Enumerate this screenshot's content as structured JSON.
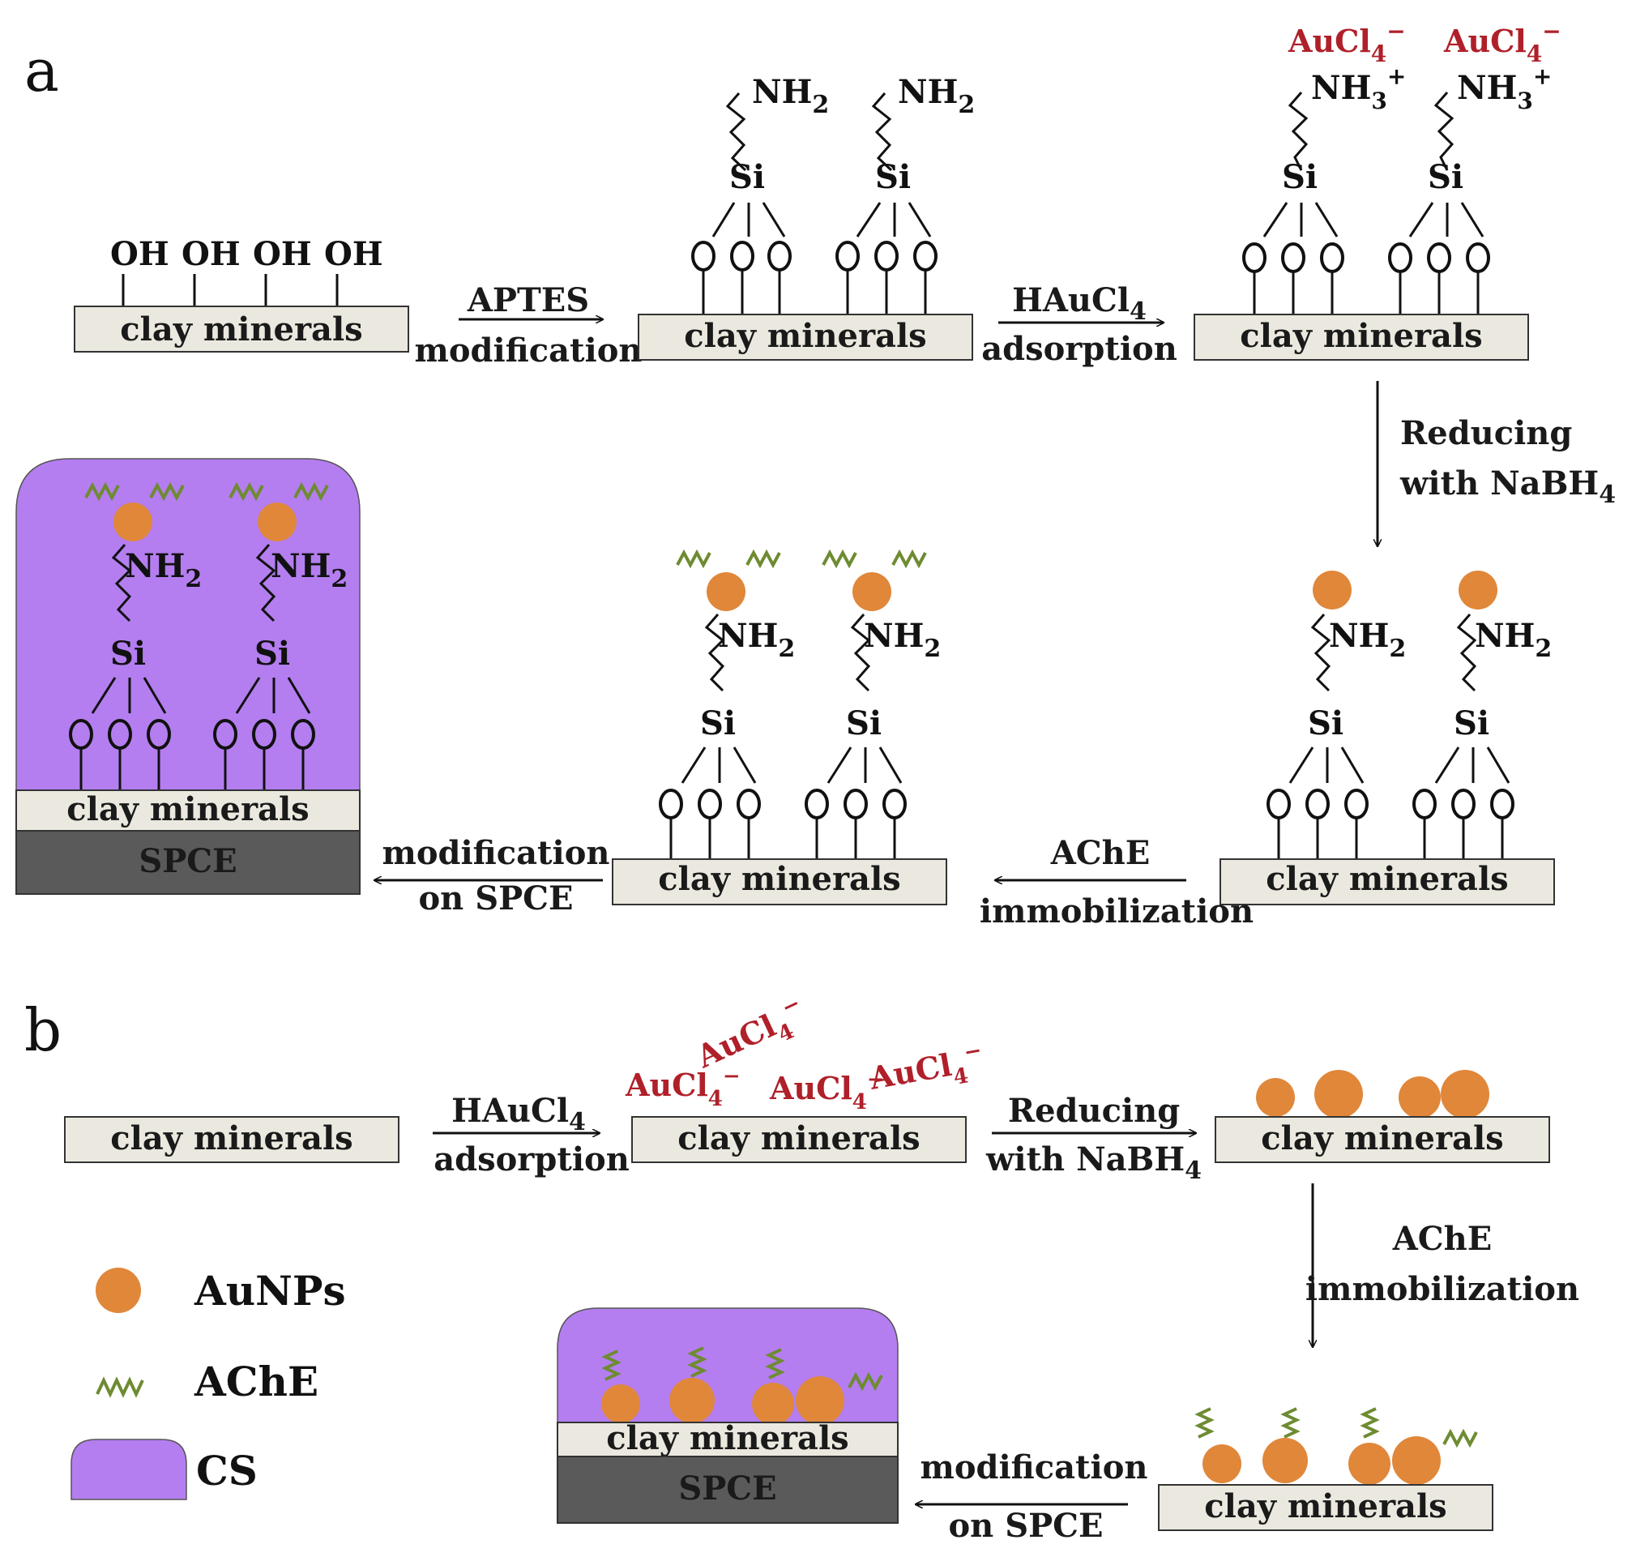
{
  "panels": {
    "a": "a",
    "b": "b"
  },
  "labels": {
    "clay": "clay minerals",
    "spce": "SPCE",
    "oh": "OH",
    "o": "O",
    "si": "Si",
    "nh2_main": "NH",
    "nh2_sub": "2",
    "nh3_main": "NH",
    "nh3_sub": "3",
    "nh3_sup": "+",
    "aucl4_main": "AuCl",
    "aucl4_sub": "4",
    "aucl4_sup": "−"
  },
  "steps": {
    "aptes": [
      "APTES",
      "modification"
    ],
    "hauclA": {
      "main": "HAuCl",
      "sub": "4",
      "line2": "adsorption"
    },
    "reduceA": {
      "line1": "Reducing",
      "main": "with NaBH",
      "sub": "4"
    },
    "acheA": [
      "AChE",
      "immobilization"
    ],
    "spceA": [
      "modification",
      "on SPCE"
    ],
    "hauclB": {
      "main": "HAuCl",
      "sub": "4",
      "line2": "adsorption"
    },
    "reduceB": {
      "line1": "Reducing",
      "main": "with NaBH",
      "sub": "4"
    },
    "acheB": [
      "AChE",
      "immobilization"
    ],
    "spceB": [
      "modification",
      "on SPCE"
    ]
  },
  "legend": {
    "items": [
      {
        "icon": "gold-nanoparticle-icon",
        "label": "AuNPs"
      },
      {
        "icon": "ache-enzyme-icon",
        "label": "AChE"
      },
      {
        "icon": "chitosan-film-icon",
        "label": "CS"
      }
    ]
  },
  "colors": {
    "clay_fill": "#ebe9df",
    "spce_fill": "#5a5a5a",
    "gold": "#e0873a",
    "enzyme": "#6e8b32",
    "chitosan": "#b47ef0",
    "red_text": "#b0202a"
  }
}
